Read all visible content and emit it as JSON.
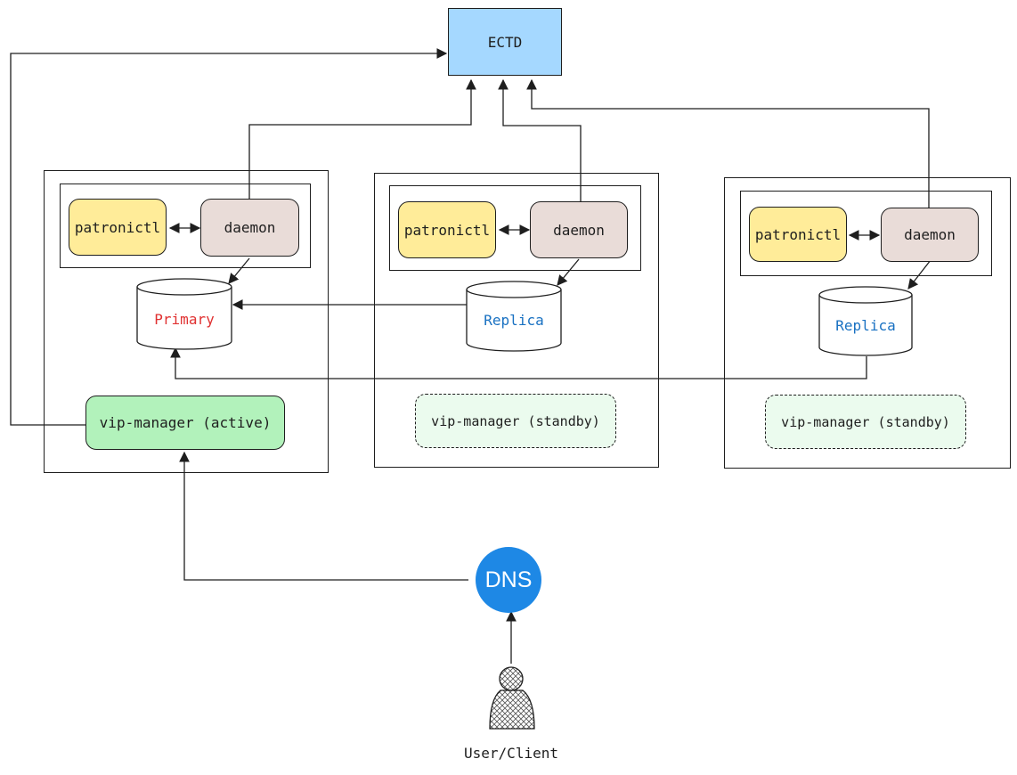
{
  "etcd": {
    "label": "ECTD"
  },
  "nodes": [
    {
      "patronictl": "patronictl",
      "daemon": "daemon",
      "db_label": "Primary",
      "db_role": "primary",
      "vip": "vip-manager (active)",
      "vip_state": "active"
    },
    {
      "patronictl": "patronictl",
      "daemon": "daemon",
      "db_label": "Replica",
      "db_role": "replica",
      "vip": "vip-manager (standby)",
      "vip_state": "standby"
    },
    {
      "patronictl": "patronictl",
      "daemon": "daemon",
      "db_label": "Replica",
      "db_role": "replica",
      "vip": "vip-manager (standby)",
      "vip_state": "standby"
    }
  ],
  "dns": {
    "label": "DNS"
  },
  "user": {
    "label": "User/Client",
    "icon": "user-icon"
  },
  "colors": {
    "etcd_fill": "#a5d8ff",
    "patronictl_fill": "#ffec99",
    "daemon_fill": "#e9dcd8",
    "vip_active_fill": "#b2f2bb",
    "vip_standby_fill": "#ebfbee",
    "dns_fill": "#1e88e5",
    "primary_text": "#e03131",
    "replica_text": "#1971c2"
  }
}
